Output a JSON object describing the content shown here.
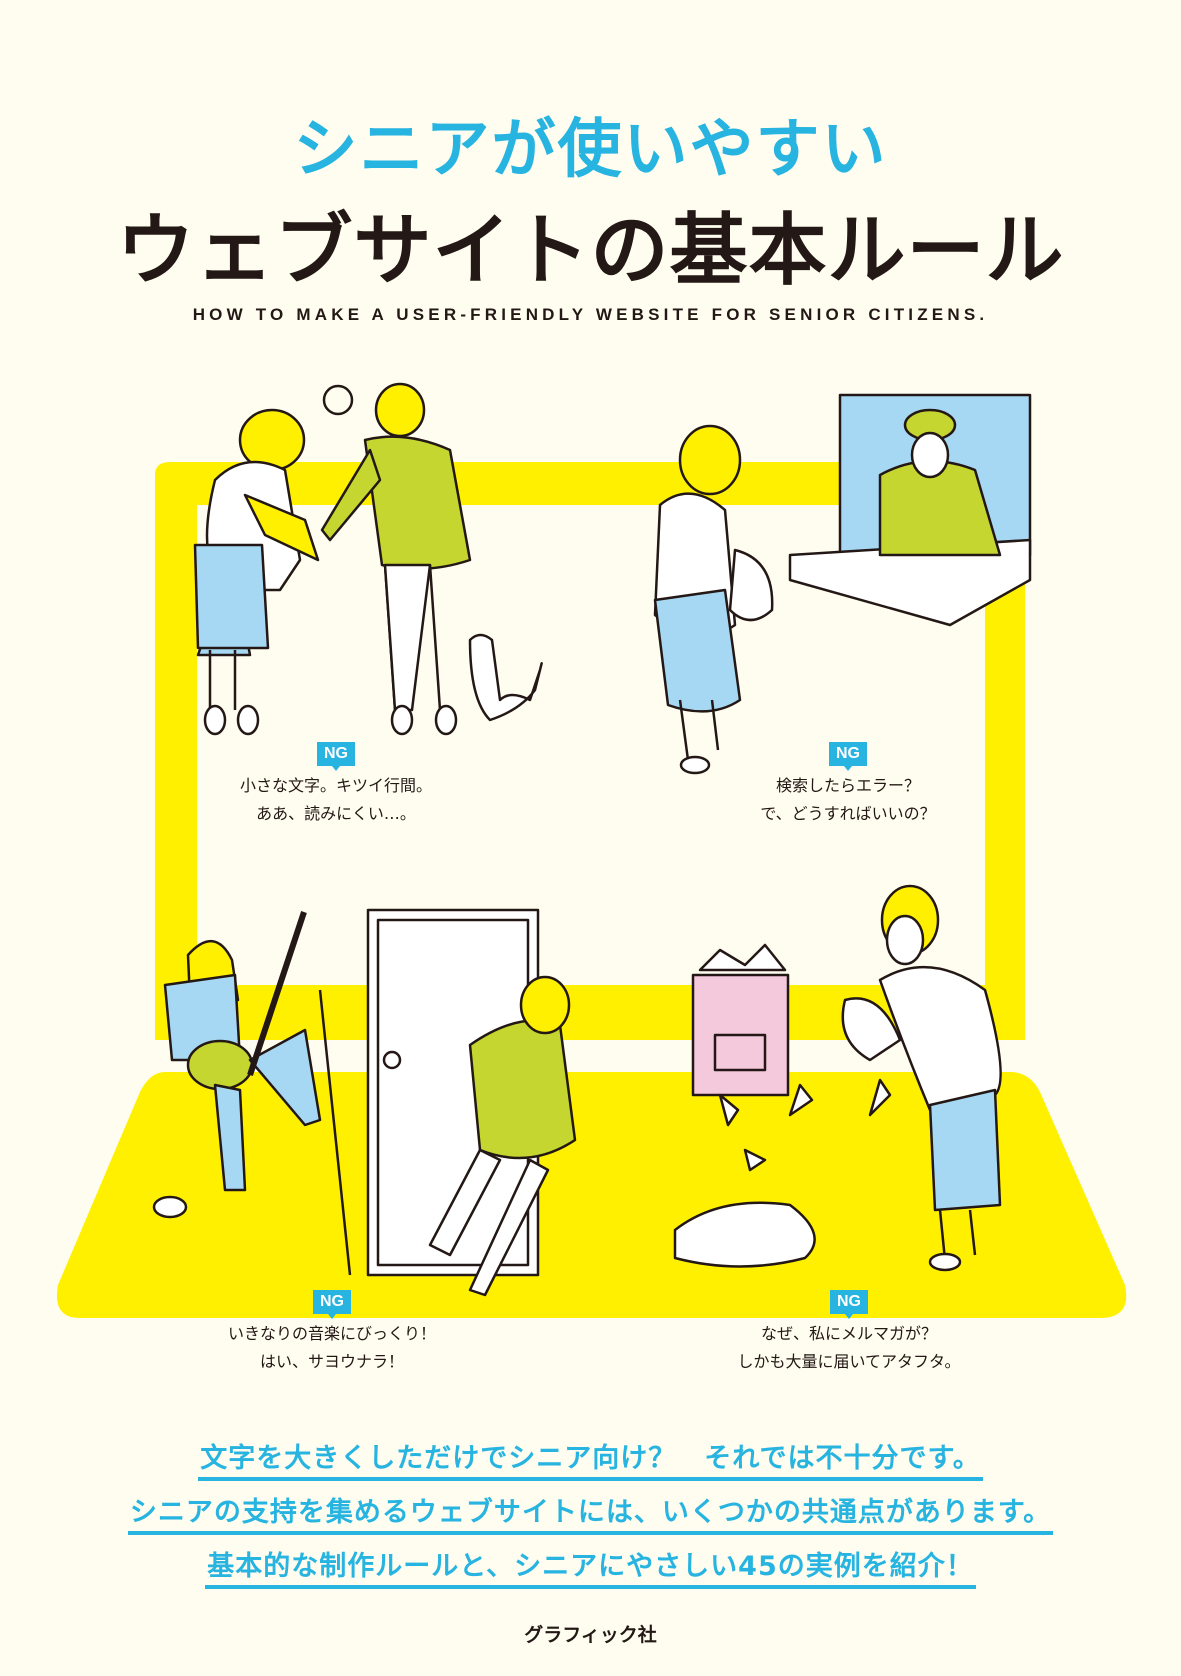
{
  "cover": {
    "title_sub": "シニアが使いやすい",
    "title_main": "ウェブサイトの基本ルール",
    "title_en": "HOW TO MAKE A USER-FRIENDLY WEBSITE FOR SENIOR CITIZENS.",
    "colors": {
      "background": "#fffdf0",
      "accent_blue": "#27b4e0",
      "laptop_yellow": "#fff000",
      "text_dark": "#231815",
      "green": "#c5d630",
      "skirt_blue": "#a6d8f4",
      "mailbox_pink": "#f5c9dc"
    }
  },
  "scenes": [
    {
      "badge": "NG",
      "line1": "小さな文字。キツイ行間。",
      "line2": "ああ、読みにくい…。"
    },
    {
      "badge": "NG",
      "line1": "検索したらエラー？",
      "line2": "で、どうすればいいの？"
    },
    {
      "badge": "NG",
      "line1": "いきなりの音楽にびっくり！",
      "line2": "はい、サヨウナラ！"
    },
    {
      "badge": "NG",
      "line1": "なぜ、私にメルマガが？",
      "line2": "しかも大量に届いてアタフタ。"
    }
  ],
  "taglines": [
    "文字を大きくしただけでシニア向け？　それでは不十分です。",
    "シニアの支持を集めるウェブサイトには、いくつかの共通点があります。",
    "基本的な制作ルールと、シニアにやさしい45の実例を紹介！"
  ],
  "publisher": "グラフィック社"
}
